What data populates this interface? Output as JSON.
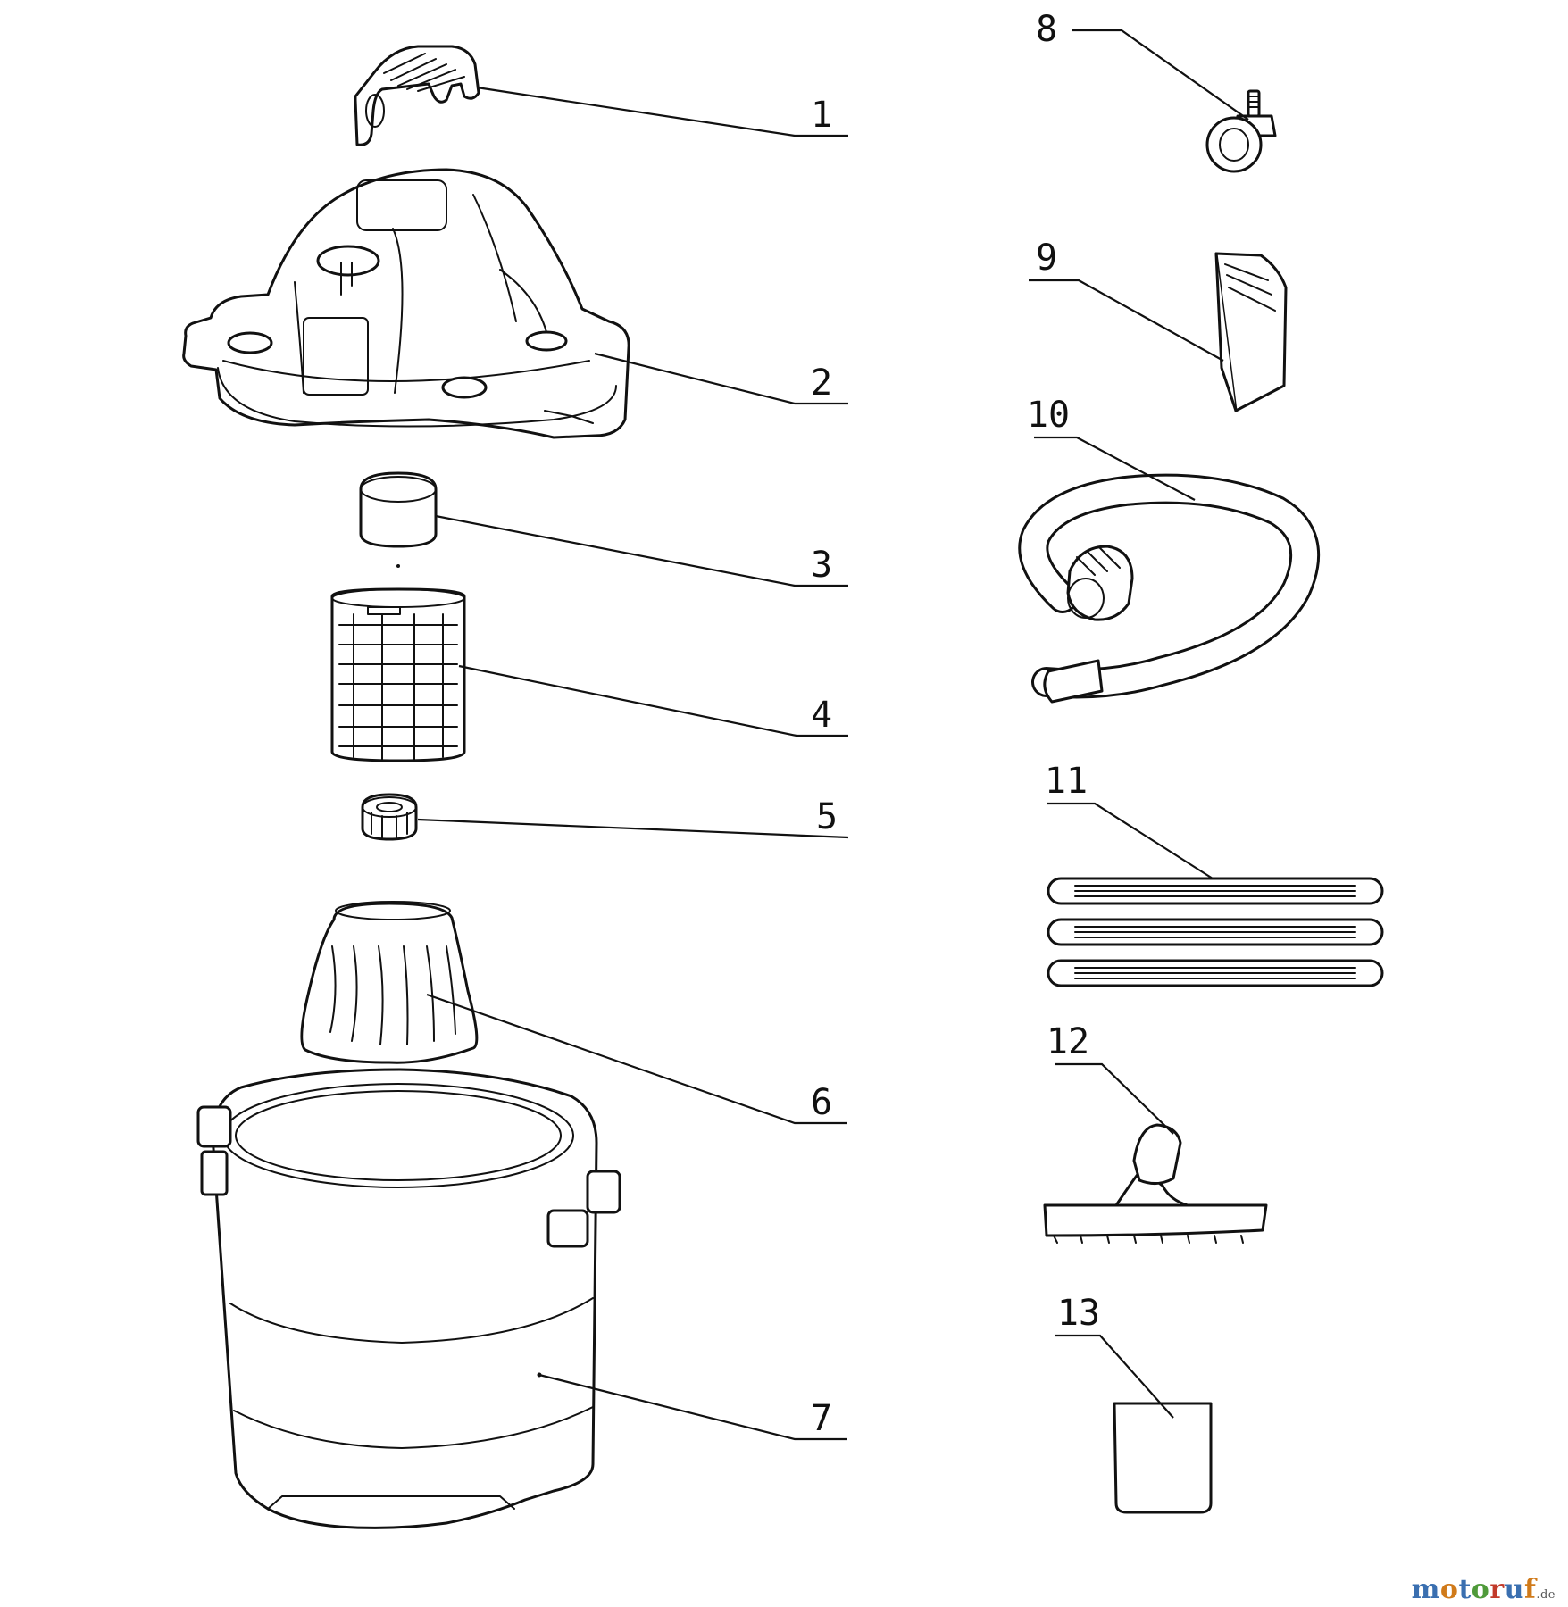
{
  "diagram": {
    "callouts": [
      "1",
      "2",
      "3",
      "4",
      "5",
      "6",
      "7",
      "8",
      "9",
      "10",
      "11",
      "12",
      "13"
    ]
  },
  "watermark": {
    "letters": [
      "m",
      "o",
      "t",
      "o",
      "r",
      "u",
      "f"
    ],
    "letter_colors": [
      "#3a6fb0",
      "#d07a1a",
      "#3a6fb0",
      "#4f9a3a",
      "#c23a2a",
      "#3a6fb0",
      "#d07a1a"
    ],
    "suffix": ".de"
  }
}
